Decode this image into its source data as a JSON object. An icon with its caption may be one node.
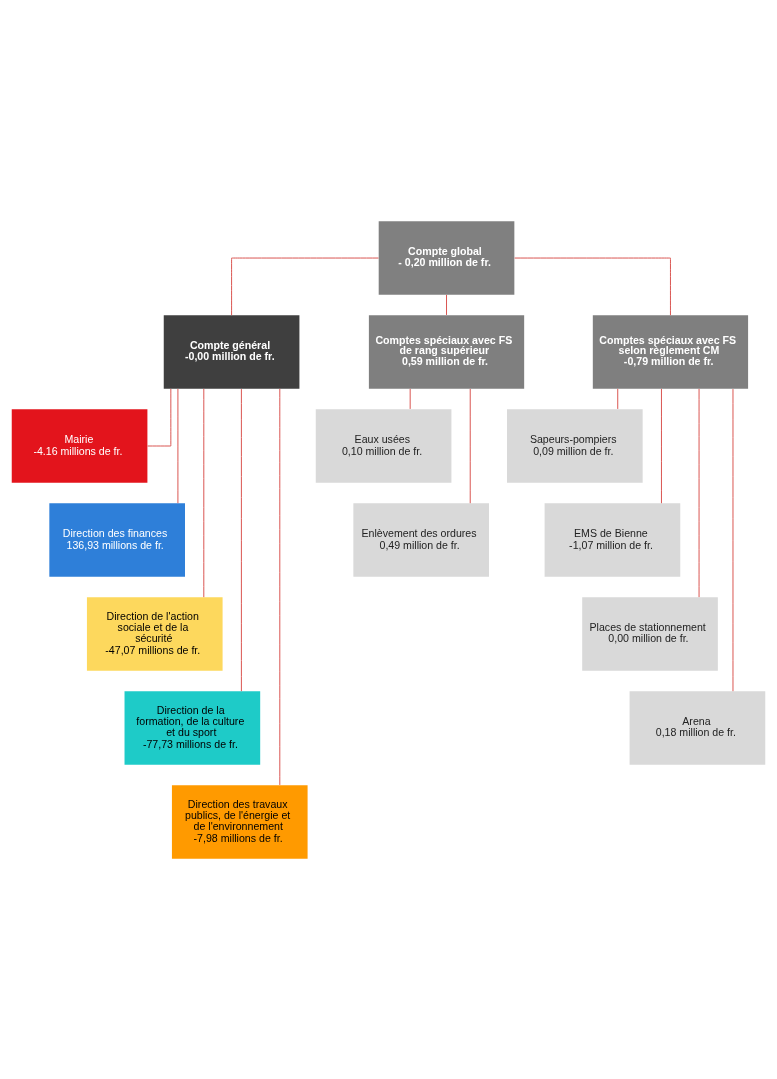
{
  "diagram": {
    "nodes": [
      {
        "text": [
          "Compte global",
          "- 0,20 million de fr."
        ]
      },
      {
        "text": [
          "Compte général",
          "-0,00 million de fr."
        ]
      },
      {
        "text": [
          "Comptes spéciaux avec FS de rang supérieur",
          "0,59 million de fr."
        ]
      },
      {
        "text": [
          "Comptes spéciaux avec FS selon règlement CM",
          "-0,79 million de fr."
        ]
      },
      {
        "text": [
          "Mairie",
          "-4.16 millions de fr."
        ]
      },
      {
        "text": [
          "Direction des finances",
          "136,93 millions de fr."
        ]
      },
      {
        "text": [
          "Direction de l'action sociale et de la sécurité",
          "-47,07 millions de fr."
        ]
      },
      {
        "text": [
          "Direction de la formation, de la culture et du sport",
          "-77,73 millions de fr."
        ]
      },
      {
        "text": [
          "Direction des travaux publics, de l'énergie et de l'environnement",
          "-7,98 millions de fr."
        ]
      },
      {
        "text": [
          "Eaux usées",
          "0,10 million de fr."
        ]
      },
      {
        "text": [
          "Enlèvement des ordures",
          "0,49 million de fr."
        ]
      },
      {
        "text": [
          "Sapeurs-pompiers",
          "0,09 million de fr."
        ]
      },
      {
        "text": [
          "EMS de Bienne",
          "-1,07 million de fr."
        ]
      },
      {
        "text": [
          "Places de stationnement",
          "0,00 million de fr."
        ]
      },
      {
        "text": [
          "Arena",
          "0,18 million de fr."
        ]
      }
    ],
    "edges": [
      {
        "from": 0,
        "to": 1,
        "arrow": "none"
      },
      {
        "from": 0,
        "to": 2,
        "arrow": "none"
      },
      {
        "from": 0,
        "to": 3,
        "arrow": "none"
      },
      {
        "from": 1,
        "to": 4,
        "arrow": "none"
      },
      {
        "from": 1,
        "to": 5,
        "arrow": "none"
      },
      {
        "from": 1,
        "to": 6,
        "arrow": "none"
      },
      {
        "from": 1,
        "to": 7,
        "arrow": "none"
      },
      {
        "from": 1,
        "to": 8,
        "arrow": "none"
      },
      {
        "from": 2,
        "to": 9,
        "arrow": "none"
      },
      {
        "from": 2,
        "to": 10,
        "arrow": "none"
      },
      {
        "from": 3,
        "to": 11,
        "arrow": "none"
      },
      {
        "from": 3,
        "to": 12,
        "arrow": "none"
      },
      {
        "from": 3,
        "to": 13,
        "arrow": "none"
      },
      {
        "from": 3,
        "to": 14,
        "arrow": "none"
      }
    ]
  }
}
